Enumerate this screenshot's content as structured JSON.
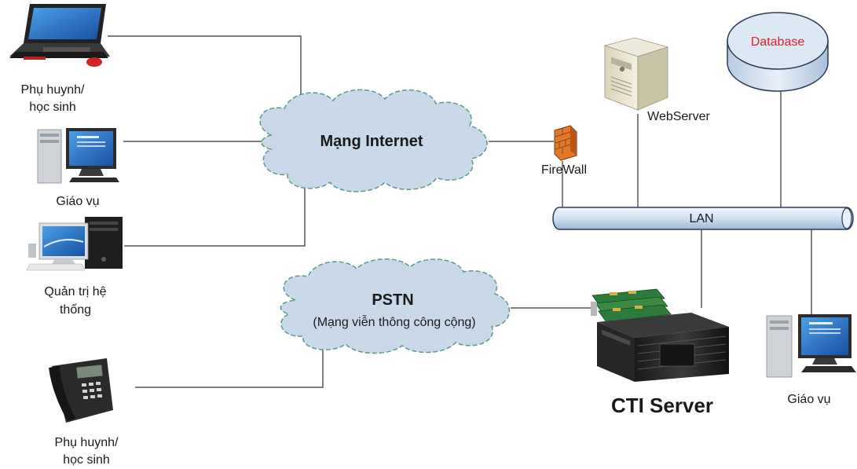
{
  "nodes": {
    "parent_laptop_label": [
      "Phụ huynh/",
      "học sinh"
    ],
    "academic_pc_left_label": "Giáo vụ",
    "admin_pc_label": [
      "Quản trị hệ",
      "thống"
    ],
    "parent_phone_label": [
      "Phụ huynh/",
      "học sinh"
    ],
    "internet_cloud_label": "Mạng Internet",
    "pstn_cloud_title": "PSTN",
    "pstn_cloud_subtitle": "(Mạng viễn thông công cộng)",
    "firewall_label": "FireWall",
    "webserver_label": "WebServer",
    "database_label": "Database",
    "lan_label": "LAN",
    "cti_server_label": "CTI Server",
    "academic_pc_right_label": "Giáo vụ"
  },
  "colors": {
    "cloud_fill": "#c9d9ea",
    "cloud_stroke": "#5a9a8a",
    "lan_fill": "#d3e2f0",
    "database_fill": "#d6e4f2",
    "database_text": "#e0202a",
    "line": "#303030"
  },
  "icons": {
    "laptop": "laptop-icon",
    "desktop": "desktop-pc-icon",
    "phone": "desk-phone-icon",
    "firewall": "firewall-icon",
    "webserver": "server-tower-icon",
    "database": "database-icon",
    "cti": "cti-server-icon"
  }
}
